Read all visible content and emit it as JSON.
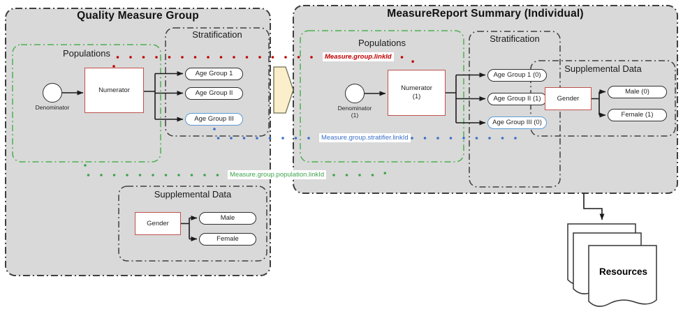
{
  "colors": {
    "group_fill": "#D9D9D9",
    "red": "#C00000",
    "node_red_border": "#C0504D",
    "blue": "#3B6FC9",
    "blue_pill_border": "#5B9BD5",
    "green": "#4CAF50",
    "pentagon_fill": "#FAEFCA"
  },
  "icons": {
    "transform_arrow": "pentagon-right-arrow-icon",
    "resources_stack": "document-stack-icon",
    "denominator_node": "circle-node-icon"
  },
  "quality_measure_group": {
    "title": "Quality Measure Group",
    "populations": {
      "label": "Populations",
      "denominator": "Denominator",
      "numerator": "Numerator"
    },
    "stratification": {
      "label": "Stratification",
      "age_groups": [
        "Age Group 1",
        "Age Group II",
        "Age Group III"
      ]
    },
    "supplemental_data": {
      "label": "Supplemental Data",
      "gender": "Gender",
      "genders": [
        "Male",
        "Female"
      ]
    }
  },
  "measure_report_summary": {
    "title": "MeasureReport Summary (Individual)",
    "populations": {
      "label": "Populations",
      "denominator": "Denominator",
      "denominator_count": "(1)",
      "numerator": "Numerator",
      "numerator_count": "(1)"
    },
    "stratification": {
      "label": "Stratification",
      "age_groups": [
        "Age Group 1 (0)",
        "Age Group II (1)",
        "Age Group III (0)"
      ]
    },
    "supplemental_data": {
      "label": "Supplemental Data",
      "gender": "Gender",
      "genders": [
        "Male (0)",
        "Female (1)"
      ]
    }
  },
  "link_labels": {
    "red": "Measure.group.linkId",
    "blue": "Measure.group.stratifier.linkId",
    "green": "Measure.group.population.linkId"
  },
  "resources": {
    "label": "Resources"
  }
}
